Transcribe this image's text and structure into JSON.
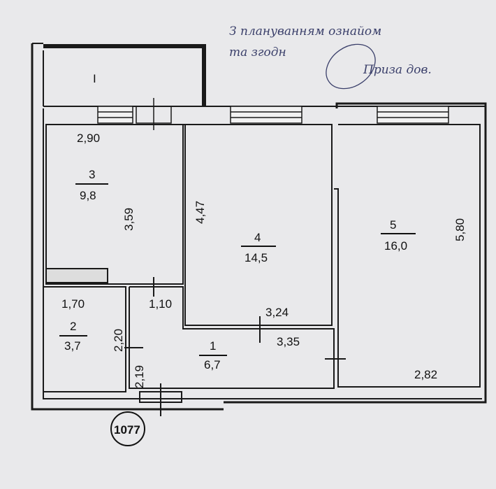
{
  "note": {
    "line1": "З плануванням ознайом",
    "line2": "та згодн",
    "signature_text": "Приза дов."
  },
  "balcony": {
    "label": "I"
  },
  "rooms": [
    {
      "number": "1",
      "area": "6,7"
    },
    {
      "number": "2",
      "area": "3,7"
    },
    {
      "number": "3",
      "area": "9,8"
    },
    {
      "number": "4",
      "area": "14,5"
    },
    {
      "number": "5",
      "area": "16,0"
    }
  ],
  "dimensions": {
    "room3_width": "2,90",
    "room3_length": "3,59",
    "room4_length": "4,47",
    "room4_width": "3,24",
    "room5_length": "5,80",
    "room5_width": "2,82",
    "room2_width": "1,70",
    "room2_length": "2,20",
    "room1_width_top": "1,10",
    "room1_length": "2,19",
    "room1_width": "3,35"
  },
  "apartment_number": "1077"
}
